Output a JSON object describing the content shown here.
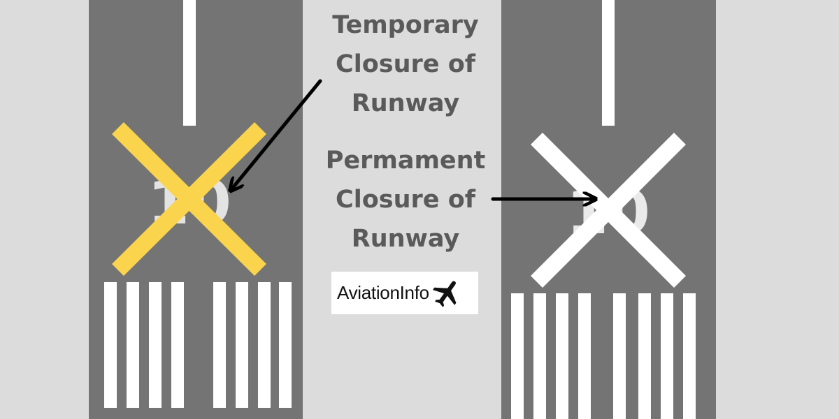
{
  "colors": {
    "background": "#dcdcdc",
    "runway": "#747474",
    "marking": "#ffffff",
    "temporary_x": "#fbd44e",
    "caption_text": "#5a5a5a",
    "arrow": "#000000"
  },
  "left_runway": {
    "number": "10",
    "closure_x_color": "yellow"
  },
  "right_runway": {
    "number": "10",
    "closure_x_color": "white"
  },
  "captions": {
    "temporary": [
      "Temporary",
      "Closure of",
      "Runway"
    ],
    "permanent": [
      "Permament",
      "Closure of",
      "Runway"
    ]
  },
  "logo": {
    "text": "AviationInfo",
    "icon": "airplane-icon"
  }
}
